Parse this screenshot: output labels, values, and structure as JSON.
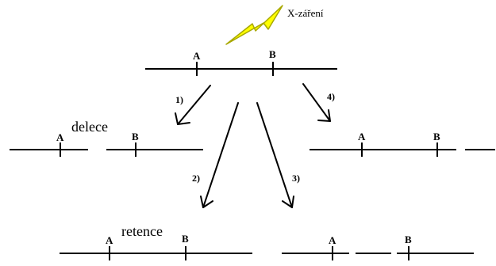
{
  "radiation_label": "X-záření",
  "colors": {
    "bolt_fill": "#ffff00",
    "bolt_stroke": "#a8a800",
    "line": "#000000"
  },
  "locus_a": "A",
  "locus_b": "B",
  "pathways": [
    {
      "number": "1)",
      "outcome": "delece"
    },
    {
      "number": "2)",
      "outcome": "retence"
    },
    {
      "number": "3)"
    },
    {
      "number": "4)"
    }
  ]
}
